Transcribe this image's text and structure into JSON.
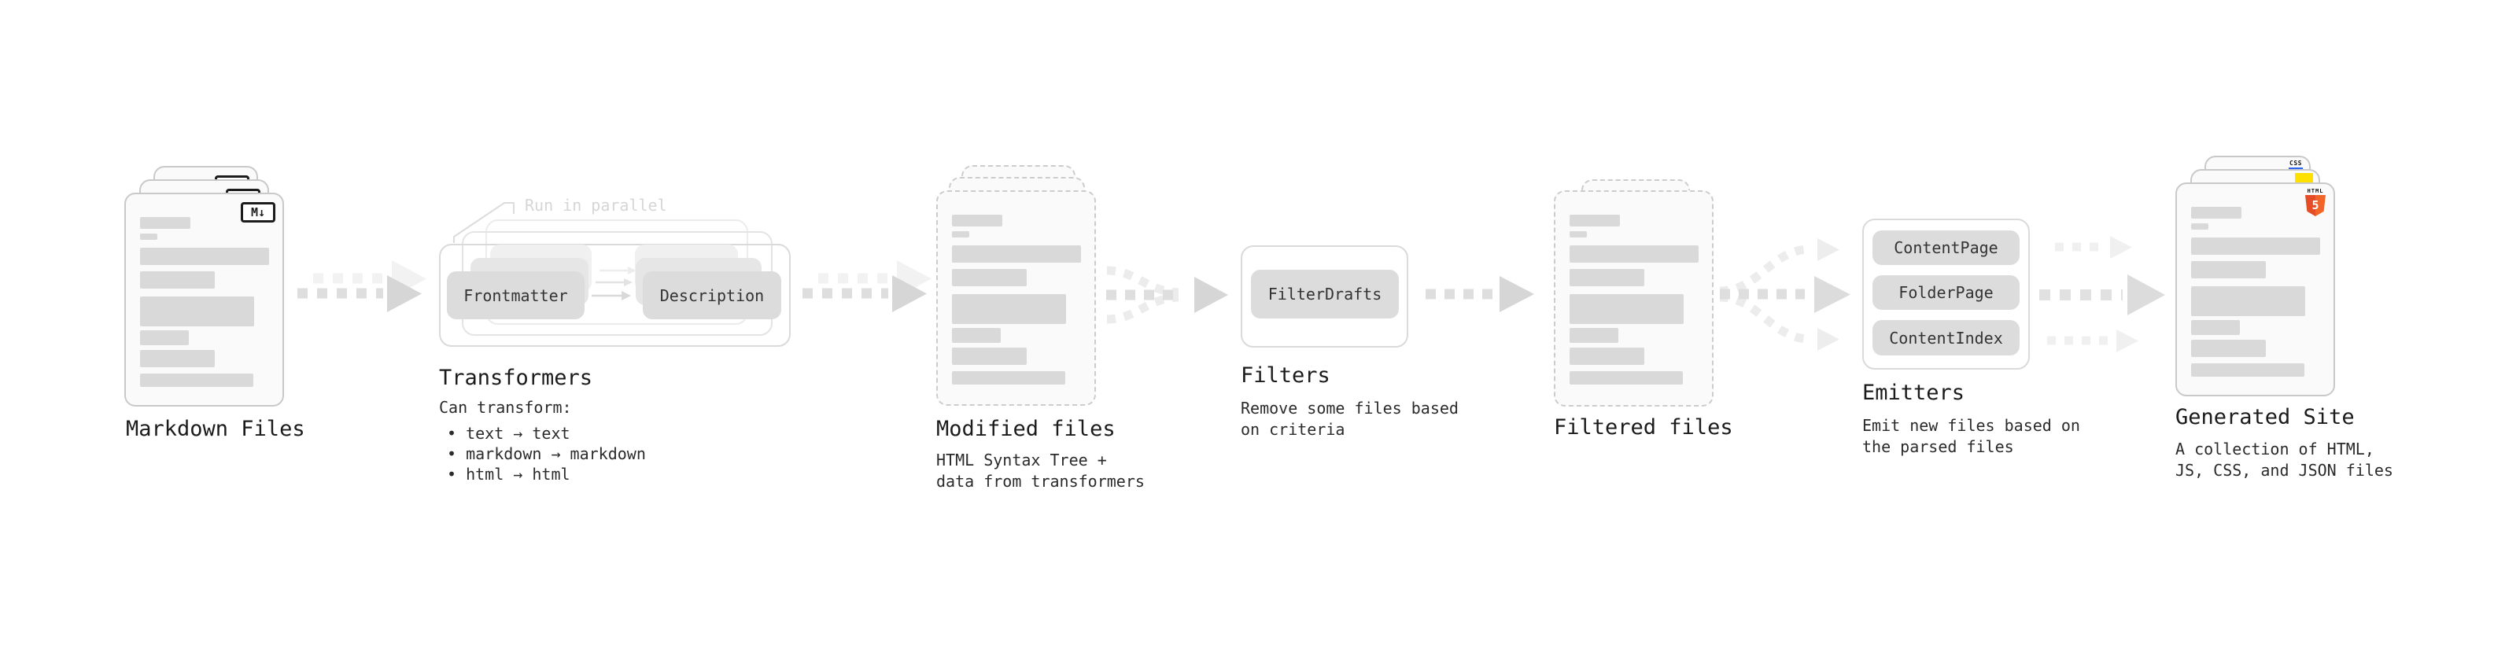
{
  "markdown_files": {
    "caption": "Markdown Files",
    "badge": "M↓"
  },
  "transformers": {
    "caption": "Transformers",
    "note": "Run in parallel",
    "boxes": [
      "Frontmatter",
      "Description"
    ],
    "details_title": "Can transform:",
    "details_items": [
      "• text → text",
      "• markdown → markdown",
      "• html → html"
    ]
  },
  "modified_files": {
    "caption": "Modified files",
    "subtext": "HTML Syntax Tree +\ndata from transformers"
  },
  "filters": {
    "caption": "Filters",
    "boxes": [
      "FilterDrafts"
    ],
    "subtext": "Remove some files based\non criteria"
  },
  "filtered_files": {
    "caption": "Filtered files"
  },
  "emitters": {
    "caption": "Emitters",
    "boxes": [
      "ContentPage",
      "FolderPage",
      "ContentIndex"
    ],
    "subtext": "Emit new files based on\nthe parsed files"
  },
  "generated_site": {
    "caption": "Generated Site",
    "subtext": "A collection of HTML,\nJS, CSS, and JSON files",
    "icons": {
      "css_label": "CSS",
      "html_label": "HTML",
      "html_badge": "5"
    }
  },
  "colors": {
    "html5_orange": "#e44d26",
    "js_yellow": "#ffe000",
    "css_blue": "#2965f1",
    "box_gray": "#dcdcdc",
    "page_fill": "#fafafa",
    "border_gray": "#c9c9c9"
  }
}
